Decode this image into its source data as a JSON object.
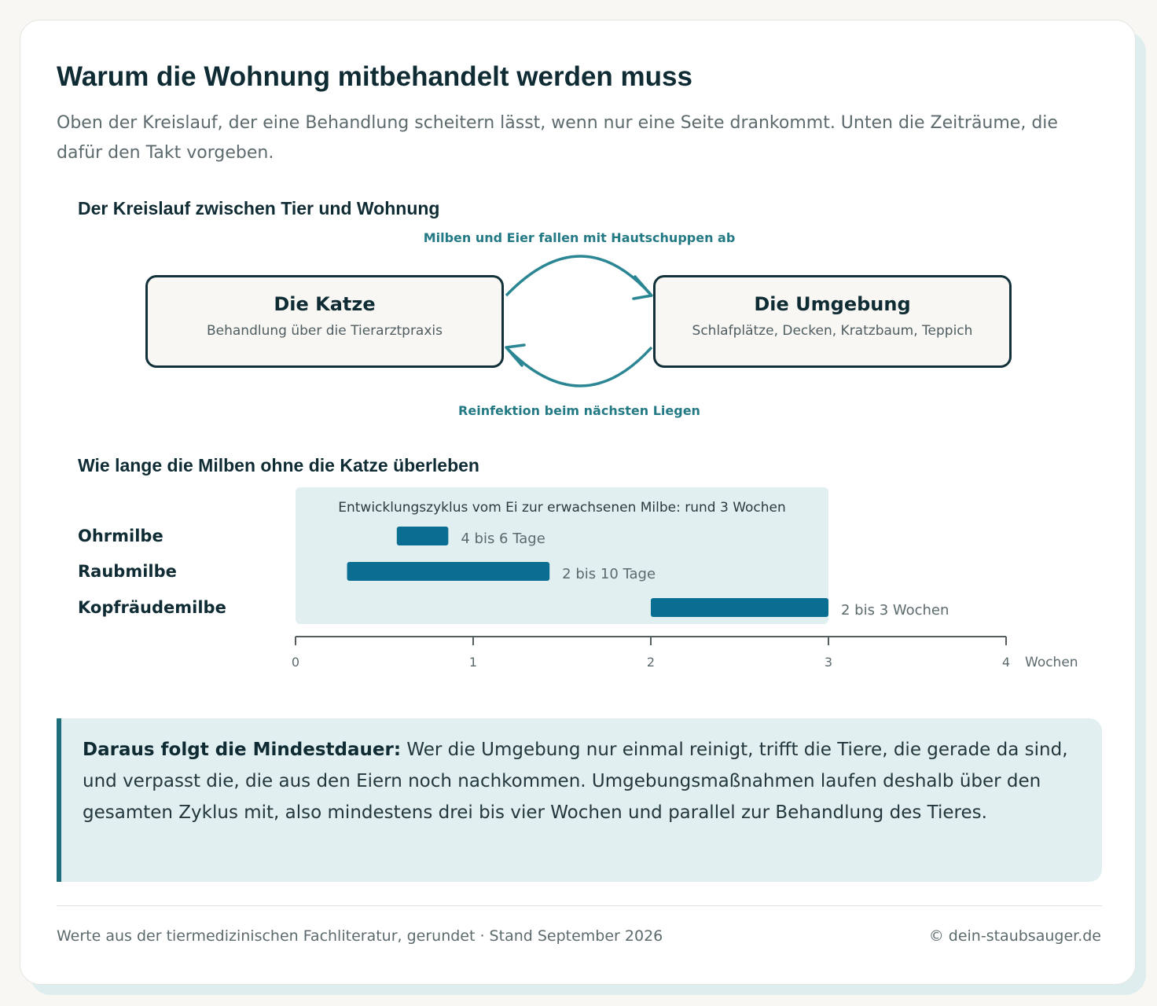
{
  "header": {
    "title": "Warum die Wohnung mitbehandelt werden muss",
    "subtitle": "Oben der Kreislauf, der eine Behandlung scheitern lässt, wenn nur eine Seite drankommt. Unten die Zeiträume, die dafür den Takt vorgeben."
  },
  "cycle": {
    "heading": "Der Kreislauf zwischen Tier und Wohnung",
    "left": {
      "title": "Die Katze",
      "subtitle": "Behandlung über die Tierarztpraxis"
    },
    "right": {
      "title": "Die Umgebung",
      "subtitle": "Schlafplätze, Decken, Kratzbaum, Teppich"
    },
    "top_arrow_label": "Milben und Eier fallen mit Hautschuppen ab",
    "bottom_arrow_label": "Reinfektion beim nächsten Liegen",
    "accent_color": "#2a8693"
  },
  "chart_data": {
    "type": "bar",
    "orientation": "horizontal-range",
    "title": "Wie lange die Milben ohne die Katze überleben",
    "categories": [
      "Ohrmilbe",
      "Raubmilbe",
      "Kopfräudemilbe"
    ],
    "series": [
      {
        "ranges": [
          [
            0.57,
            0.86
          ],
          [
            0.29,
            1.43
          ],
          [
            2,
            3
          ]
        ],
        "labels": [
          "4 bis 6 Tage",
          "2 bis 10 Tage",
          "2 bis 3 Wochen"
        ]
      }
    ],
    "highlight_band": {
      "from": 0,
      "to": 3,
      "label": "Entwicklungszyklus vom Ei zur erwachsenen Milbe: rund 3 Wochen"
    },
    "xlim": [
      0,
      4
    ],
    "x_ticks": [
      "0",
      "1",
      "2",
      "3",
      "4"
    ],
    "xlabel": "Wochen",
    "grid": false,
    "colors": {
      "bar": "#0a6e93",
      "band": "#e1eff0",
      "axis": "#555f60"
    }
  },
  "callout": {
    "lead": "Daraus folgt die Mindestdauer:",
    "text": " Wer die Umgebung nur einmal reinigt, trifft die Tiere, die gerade da sind, und verpasst die, die aus den Eiern noch nachkommen. Umgebungsmaßnahmen laufen deshalb über den gesamten Zyklus mit, also mindestens drei bis vier Wochen und parallel zur Behandlung des Tieres."
  },
  "footer": {
    "source": "Werte aus der tiermedizinischen Fachliteratur, gerundet · Stand September 2026",
    "copyright": "© dein-staubsauger.de"
  }
}
